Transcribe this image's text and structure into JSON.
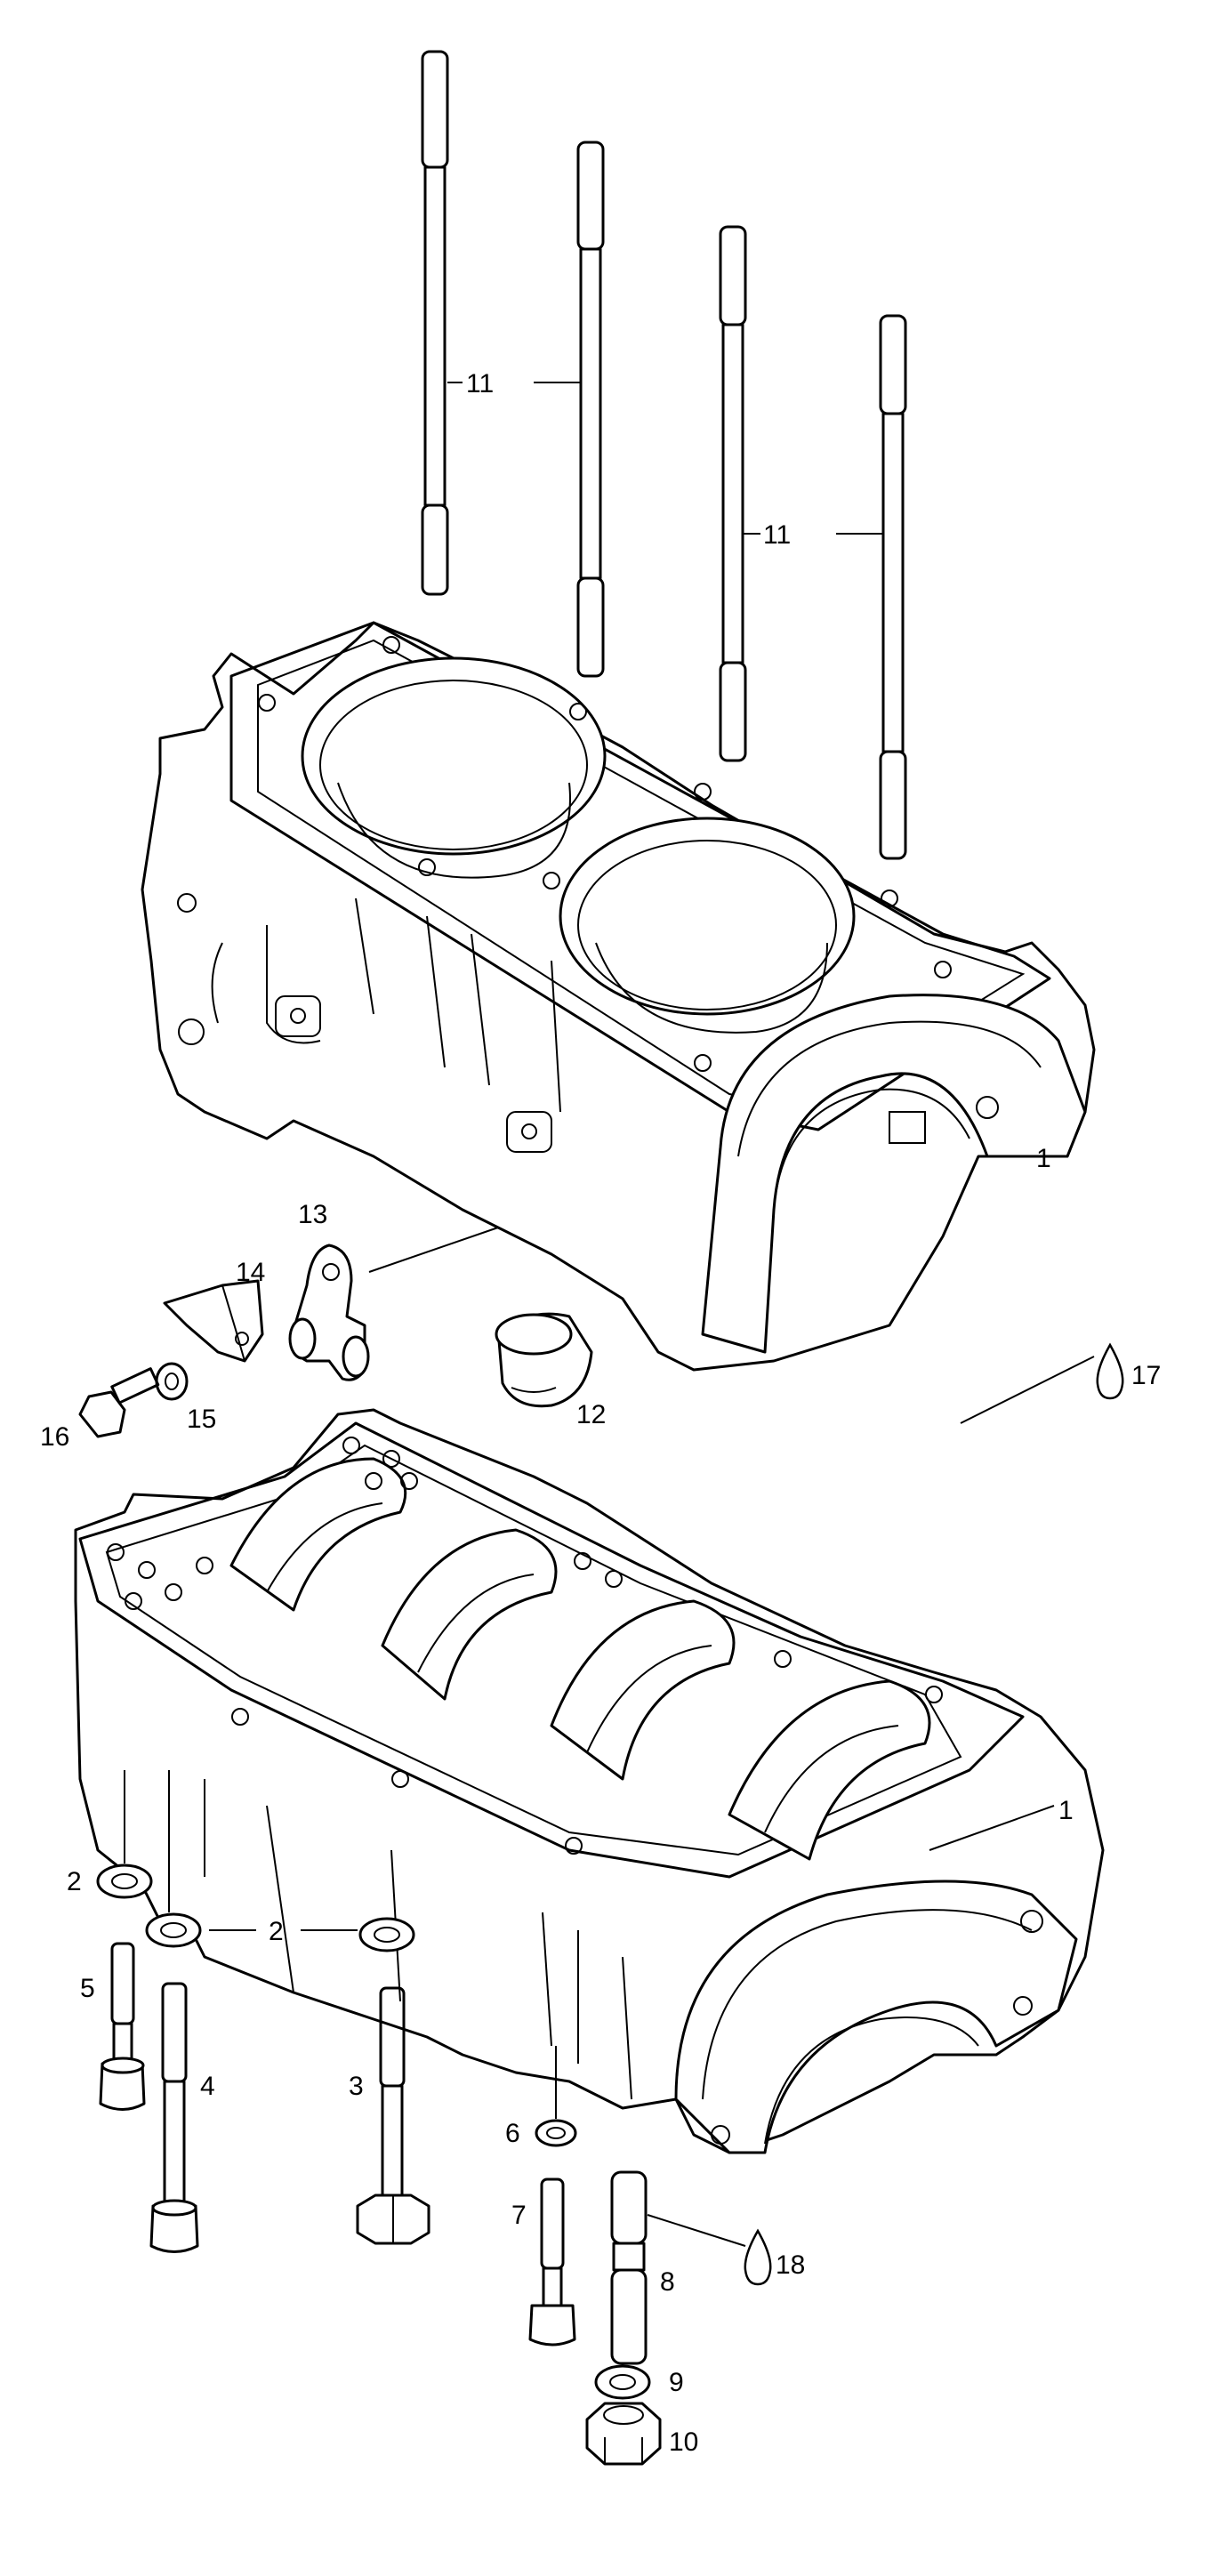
{
  "callouts": [
    {
      "id": "c11a",
      "text": "11"
    },
    {
      "id": "c11b",
      "text": "11"
    },
    {
      "id": "c1a",
      "text": "1"
    },
    {
      "id": "c13",
      "text": "13"
    },
    {
      "id": "c14",
      "text": "14"
    },
    {
      "id": "c15",
      "text": "15"
    },
    {
      "id": "c16",
      "text": "16"
    },
    {
      "id": "c12",
      "text": "12"
    },
    {
      "id": "c17",
      "text": "17"
    },
    {
      "id": "c1b",
      "text": "1"
    },
    {
      "id": "c2a",
      "text": "2"
    },
    {
      "id": "c2b",
      "text": "2"
    },
    {
      "id": "c5",
      "text": "5"
    },
    {
      "id": "c4",
      "text": "4"
    },
    {
      "id": "c3",
      "text": "3"
    },
    {
      "id": "c6",
      "text": "6"
    },
    {
      "id": "c7",
      "text": "7"
    },
    {
      "id": "c8",
      "text": "8"
    },
    {
      "id": "c18",
      "text": "18"
    },
    {
      "id": "c9",
      "text": "9"
    },
    {
      "id": "c10",
      "text": "10"
    }
  ]
}
